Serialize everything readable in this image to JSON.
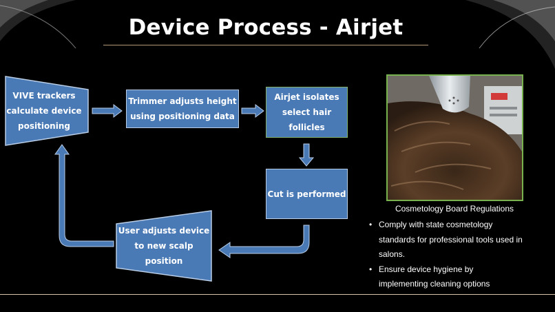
{
  "slide": {
    "title": "Device Process - Airjet"
  },
  "diagram": {
    "nodes": [
      {
        "id": "vive",
        "lines": [
          "VIVE trackers",
          "calculate device",
          "positioning"
        ]
      },
      {
        "id": "trimmer",
        "lines": [
          "Trimmer adjusts height",
          "using positioning data"
        ]
      },
      {
        "id": "airjet",
        "lines": [
          "Airjet isolates",
          "select hair",
          "follicles"
        ]
      },
      {
        "id": "cut",
        "lines": [
          "Cut is performed"
        ]
      },
      {
        "id": "user",
        "lines": [
          "User adjusts device",
          "to new scalp",
          "position"
        ]
      }
    ]
  },
  "sidebar": {
    "photo_icon": "hair-trimmer-photo-icon",
    "caption": "Cosmetology Board Regulations",
    "bullets": [
      [
        "Comply with state cosmetology",
        "standards for professional tools used in",
        "salons."
      ],
      [
        "Ensure device hygiene by",
        "implementing cleaning options"
      ]
    ]
  },
  "colors": {
    "node_fill": "#4a7ab6",
    "node_border": "#b9cde6",
    "green_border": "#86b36a",
    "arrow": "#4a7ab6",
    "rule": "#b49878"
  }
}
